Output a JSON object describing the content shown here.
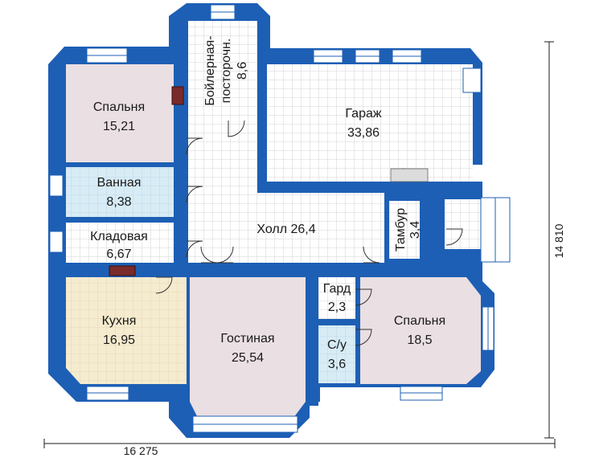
{
  "rooms": {
    "bedroom1": {
      "name": "Спальня",
      "area": "15,21"
    },
    "boiler": {
      "name_line1": "Бойлерная-",
      "name_line2": "посторочн.",
      "area": "8,6"
    },
    "garage": {
      "name": "Гараж",
      "area": "33,86"
    },
    "bathroom": {
      "name": "Ванная",
      "area": "8,38"
    },
    "hall": {
      "label": "Холл 26,4"
    },
    "pantry": {
      "name": "Кладовая",
      "area": "6,67"
    },
    "vestibule": {
      "name": "Тамбур",
      "area": "3,4"
    },
    "kitchen": {
      "name": "Кухня",
      "area": "16,95"
    },
    "living": {
      "name": "Гостиная",
      "area": "25,54"
    },
    "wardrobe": {
      "name": "Гард",
      "area": "2,3"
    },
    "wc": {
      "name": "С/у",
      "area": "3,6"
    },
    "bedroom2": {
      "name": "Спальня",
      "area": "18,5"
    }
  },
  "dimensions": {
    "width": "16 275",
    "depth": "14 810"
  },
  "colors": {
    "wall": "#1d5fb5",
    "bedroom": "#eadfe2",
    "bath": "#d8ecf6",
    "kitchen": "#f5ebcf",
    "grid": "#c9c9c9",
    "floor": "#ffffff"
  }
}
